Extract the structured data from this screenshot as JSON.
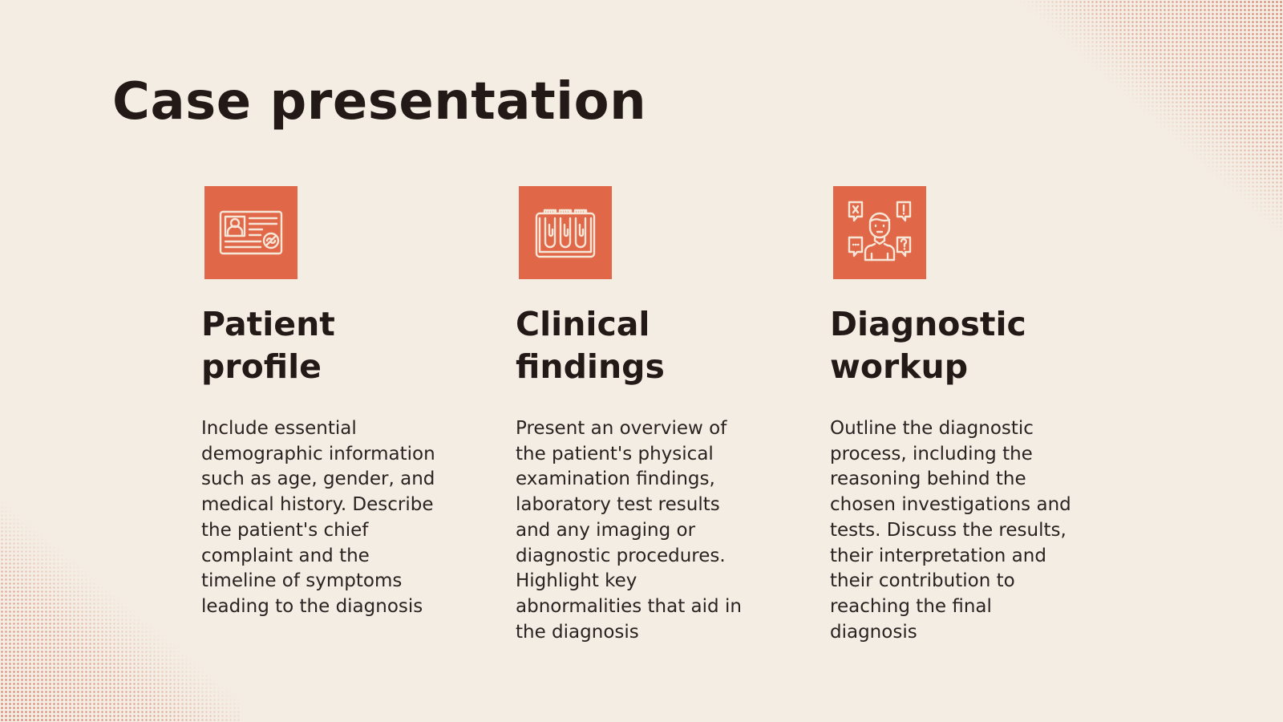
{
  "slide": {
    "title": "Case presentation",
    "colors": {
      "background": "#f4ede4",
      "accent": "#e06848",
      "text": "#231a18",
      "halftone": "#d4705a"
    },
    "columns": [
      {
        "icon": "id-card-icon",
        "heading": "Patient\nprofile",
        "body": "Include essential\ndemographic information\nsuch as age, gender, and\nmedical history. Describe\nthe patient's chief\ncomplaint and the\ntimeline of symptoms\nleading to the diagnosis"
      },
      {
        "icon": "test-tubes-icon",
        "heading": "Clinical\nfindings",
        "body": "Present an overview of\nthe patient's physical\nexamination findings,\nlaboratory test results\nand any imaging or\ndiagnostic procedures.\nHighlight key\nabnormalities that aid in\nthe diagnosis"
      },
      {
        "icon": "doctor-questions-icon",
        "heading": "Diagnostic\nworkup",
        "body": "Outline the diagnostic\nprocess, including the\nreasoning behind the\nchosen investigations and\ntests. Discuss the results,\ntheir interpretation and\ntheir contribution to\nreaching the final\ndiagnosis"
      }
    ]
  }
}
